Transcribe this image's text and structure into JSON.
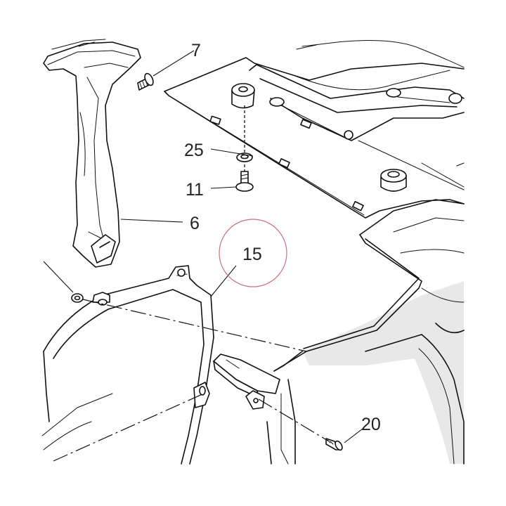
{
  "diagram": {
    "callouts": [
      {
        "id": "part-7",
        "label": "7"
      },
      {
        "id": "part-25",
        "label": "25"
      },
      {
        "id": "part-11",
        "label": "11"
      },
      {
        "id": "part-6",
        "label": "6"
      },
      {
        "id": "part-15",
        "label": "15"
      },
      {
        "id": "part-20",
        "label": "20"
      }
    ],
    "highlight_color": "#c8707a",
    "line_color": "#111111",
    "shade_color": "#e8e8e8"
  }
}
